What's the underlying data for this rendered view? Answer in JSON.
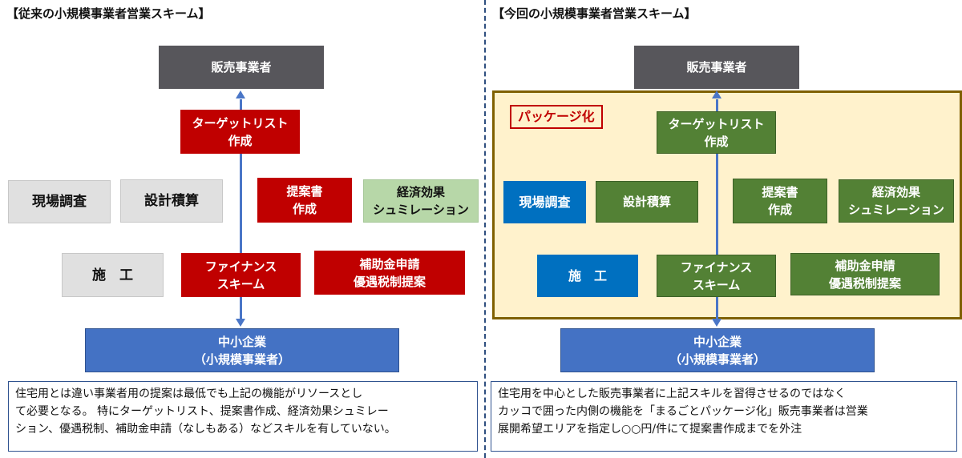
{
  "left": {
    "title": "【従来の小規模事業者営業スキーム】",
    "seller": "販売事業者",
    "target_list": [
      "ターゲットリスト",
      "作成"
    ],
    "site_survey": "現場調査",
    "design_estimate": "設計積算",
    "proposal": [
      "提案書",
      "作成"
    ],
    "economic_sim": [
      "経済効果",
      "シュミレーション"
    ],
    "construction": "施　工",
    "finance": [
      "ファイナンス",
      "スキーム"
    ],
    "subsidy": [
      "補助金申請",
      "優遇税制提案"
    ],
    "sme": [
      "中小企業",
      "（小規模事業者）"
    ],
    "note": [
      "住宅用とは違い事業者用の提案は最低でも上記の機能がリソースとし",
      "て必要となる。 特にターゲットリスト、提案書作成、経済効果シュミレー",
      "ション、優遇税制、補助金申請（なしもある）などスキルを有していない。"
    ]
  },
  "right": {
    "title": "【今回の小規模事業者営業スキーム】",
    "seller": "販売事業者",
    "package_label": "パッケージ化",
    "target_list": [
      "ターゲットリスト",
      "作成"
    ],
    "site_survey": "現場調査",
    "design_estimate": "設計積算",
    "proposal": [
      "提案書",
      "作成"
    ],
    "economic_sim": [
      "経済効果",
      "シュミレーション"
    ],
    "construction": "施　工",
    "finance": [
      "ファイナンス",
      "スキーム"
    ],
    "subsidy": [
      "補助金申請",
      "優遇税制提案"
    ],
    "sme": [
      "中小企業",
      "（小規模事業者）"
    ],
    "note": [
      "住宅用を中心とした販売事業者に上記スキルを習得させるのではなく",
      "カッコで囲った内側の機能を「まるごとパッケージ化」販売事業者は営業",
      "展開希望エリアを指定し○○円/件にて提案書作成までを外注"
    ]
  },
  "colors": {
    "seller": "#57565b",
    "red": "#c00000",
    "gray": "#e0e0e0",
    "light_green": "#b7d7a8",
    "blue": "#4472c4",
    "strong_blue": "#0070c0",
    "green": "#538135",
    "package_bg": "#fff2cc"
  }
}
